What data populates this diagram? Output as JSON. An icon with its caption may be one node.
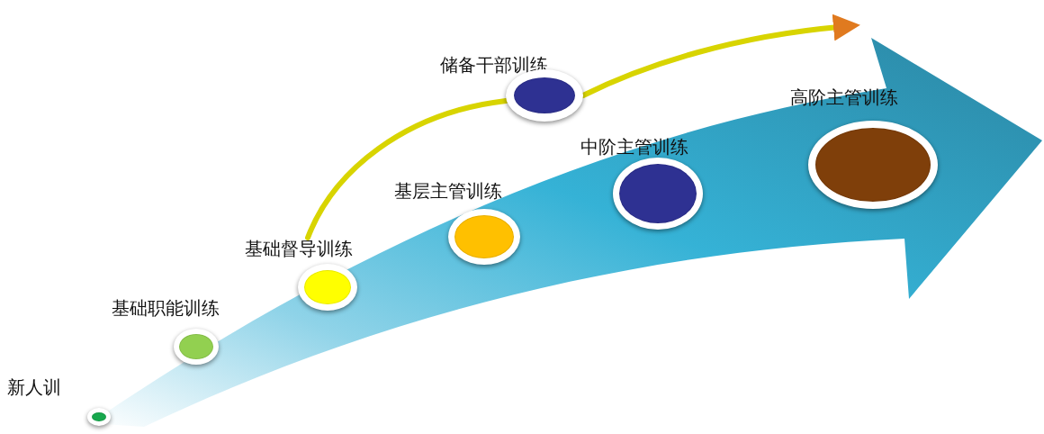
{
  "diagram": {
    "nodes": [
      {
        "text": [
          "新人训"
        ]
      },
      {
        "text": [
          "基础职能训练"
        ]
      },
      {
        "text": [
          "基础督导训练"
        ]
      },
      {
        "text": [
          "基层主管训练"
        ]
      },
      {
        "text": [
          "储备干部训练"
        ]
      },
      {
        "text": [
          "中阶主管训练"
        ]
      },
      {
        "text": [
          "高阶主管训练"
        ]
      }
    ],
    "edges": [
      {
        "from": 2,
        "to": 4,
        "arrow": "none"
      },
      {
        "from": 4,
        "to": null,
        "arrow": "to"
      }
    ]
  }
}
